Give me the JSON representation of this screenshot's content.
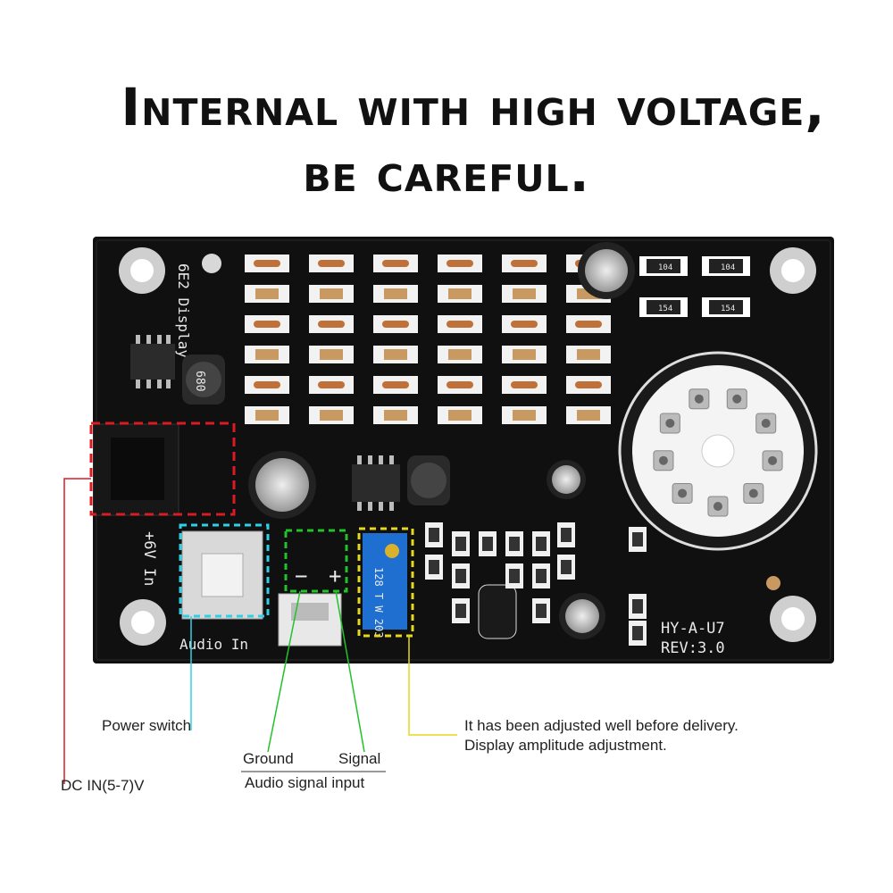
{
  "headline": {
    "line1": "Internal with high voltage,",
    "line2": "be careful."
  },
  "board_silkscreen": {
    "display_label": "6E2 Display",
    "power_label": "+6V In",
    "audio_label": "Audio In",
    "model": "HY-A-U7",
    "revision": "REV:3.0",
    "pot_text": "128 T W 203",
    "inductor_text": "680",
    "smd_104": "104",
    "smd_154": "154",
    "minus": "−",
    "plus": "+"
  },
  "annotations": {
    "power_switch": "Power switch",
    "dc_in": "DC IN(5-7)V",
    "ground": "Ground",
    "signal": "Signal",
    "audio_input": "Audio signal input",
    "adjust_line1": "It has been adjusted well before delivery.",
    "adjust_line2": "Display amplitude adjustment."
  },
  "colors": {
    "dc_in": "#d91b22",
    "power_switch": "#2fd0e6",
    "audio": "#22c22a",
    "adjust": "#e6d81e",
    "pcb": "#101010"
  }
}
